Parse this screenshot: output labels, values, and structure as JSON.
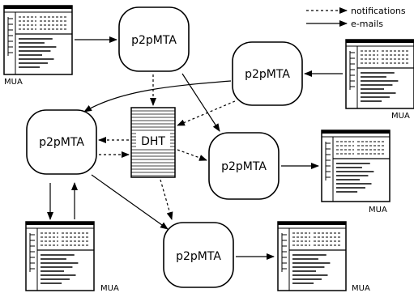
{
  "legend": {
    "notifications": "notifications",
    "emails": "e-mails"
  },
  "nodes": {
    "p2pmta_top": "p2pMTA",
    "p2pmta_right": "p2pMTA",
    "p2pmta_left": "p2pMTA",
    "p2pmta_center": "p2pMTA",
    "p2pmta_bottom": "p2pMTA",
    "dht": "DHT"
  },
  "mua_labels": {
    "top_left": "MUA",
    "right_top": "MUA",
    "center_right": "MUA",
    "bottom_left": "MUA",
    "bottom_right": "MUA"
  },
  "icons": {
    "mua": "mail-client-window-icon",
    "dht": "hash-table-icon"
  },
  "colors": {
    "stroke": "#000000",
    "background": "#ffffff"
  }
}
